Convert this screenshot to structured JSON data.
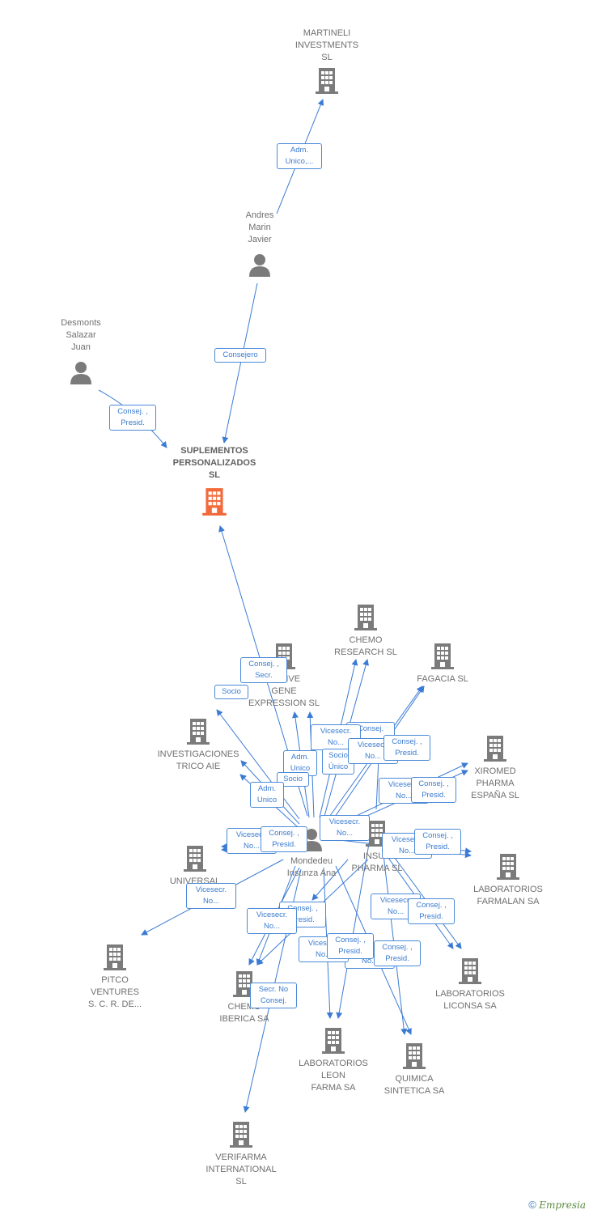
{
  "colors": {
    "edge": "#3b7bd5",
    "company_icon": "#7b7b7b",
    "focus_icon": "#f26a3b",
    "person_icon": "#7b7b7b",
    "brand": "#5a8d3e"
  },
  "nodes": {
    "martineli": {
      "label": "MARTINELI\nINVESTMENTS\nSL",
      "kind": "company"
    },
    "andres": {
      "label": "Andres\nMarin\nJavier",
      "kind": "person"
    },
    "desmonts": {
      "label": "Desmonts\nSalazar\nJuan",
      "kind": "person"
    },
    "suplementos": {
      "label": "SUPLEMENTOS\nPERSONALIZADOS\nSL",
      "kind": "focus"
    },
    "chemo_research": {
      "label": "CHEMO\nRESEARCH SL",
      "kind": "company"
    },
    "fagacia": {
      "label": "FAGACIA SL",
      "kind": "company"
    },
    "native_gene": {
      "label": "...ATIVE\nGENE\nEXPRESSION SL",
      "kind": "company"
    },
    "investigaciones": {
      "label": "INVESTIGACIONES\nTRICO AIE",
      "kind": "company"
    },
    "xiromed": {
      "label": "XIROMED\nPHARMA\nESPAÑA SL",
      "kind": "company"
    },
    "insud": {
      "label": "INSUD\nPHARMA SL",
      "kind": "company"
    },
    "mondedeu": {
      "label": "Mondedeu\nInsunza Ana",
      "kind": "person"
    },
    "universal": {
      "label": "UNIVERSAL\nFA...",
      "kind": "company"
    },
    "farmalan": {
      "label": "LABORATORIOS\nFARMALAN SA",
      "kind": "company"
    },
    "pitco": {
      "label": "PITCO\nVENTURES\nS. C. R. DE...",
      "kind": "company"
    },
    "chemo_iberica": {
      "label": "CHEMO\nIBERICA SA",
      "kind": "company"
    },
    "liconsa": {
      "label": "LABORATORIOS\nLICONSA SA",
      "kind": "company"
    },
    "leon": {
      "label": "LABORATORIOS\nLEON\nFARMA SA",
      "kind": "company"
    },
    "quimica": {
      "label": "QUIMICA\nSINTETICA SA",
      "kind": "company"
    },
    "verifarma": {
      "label": "VERIFARMA\nINTERNATIONAL\nSL",
      "kind": "company"
    }
  },
  "edge_labels": [
    {
      "id": "adm_unico_1",
      "text": "Adm.\nUnico,..."
    },
    {
      "id": "consejero",
      "text": "Consejero"
    },
    {
      "id": "consej_presid_1",
      "text": "Consej. ,\nPresid."
    },
    {
      "id": "consej_secr",
      "text": "Consej. ,\nSecr."
    },
    {
      "id": "socio_1",
      "text": "Socio"
    },
    {
      "id": "consej_2",
      "text": "Consej.\n..."
    },
    {
      "id": "vicesecr_1",
      "text": "Vicesecr.\nNo..."
    },
    {
      "id": "socio_unico",
      "text": "Socio\nÚnico"
    },
    {
      "id": "vicesecr_2",
      "text": "Vicesecr.\nNo..."
    },
    {
      "id": "consej_presid_2",
      "text": "Consej. ,\nPresid."
    },
    {
      "id": "adm_unico_2",
      "text": "Adm.\nUnico"
    },
    {
      "id": "socio_2",
      "text": "Socio"
    },
    {
      "id": "adm_unico_3",
      "text": "Adm.\nUnico"
    },
    {
      "id": "vicesecr_3",
      "text": "Vicesecr.\nNo..."
    },
    {
      "id": "consej_presid_3",
      "text": "Consej. ,\nPresid."
    },
    {
      "id": "vicesecr_4",
      "text": "Vicesecr.\nNo..."
    },
    {
      "id": "vicesecr_5",
      "text": "Vicesecr.\nNo..."
    },
    {
      "id": "consej_presid_4",
      "text": "Consej. ,\nPresid."
    },
    {
      "id": "vicesecr_6",
      "text": "Vicesecr.\nNo..."
    },
    {
      "id": "consej_presid_5",
      "text": "Consej. ,\nPresid."
    },
    {
      "id": "vicesecr_7",
      "text": "Vicesecr.\nNo..."
    },
    {
      "id": "vicesecr_8",
      "text": "Vicesecr.\nNo..."
    },
    {
      "id": "consej_presid_6",
      "text": "Consej. ,\nPresid."
    },
    {
      "id": "consej_presid_7",
      "text": "Consej. ,\nPresid."
    },
    {
      "id": "vicesecr_9",
      "text": "Vicesecr.\nNo..."
    },
    {
      "id": "vicesecr_10",
      "text": "Vicesecr.\nNo..."
    },
    {
      "id": "consej_presid_8",
      "text": "Consej. ,\nPresid."
    },
    {
      "id": "vicesecr_11",
      "text": "Vicesecr.\nNo..."
    },
    {
      "id": "consej_presid_9",
      "text": "Consej. ,\nPresid."
    },
    {
      "id": "secr_no_consej",
      "text": "Secr.  No\nConsej."
    },
    {
      "id": "vicesecr_12",
      "text": "Vicesecr.\nNo..."
    }
  ],
  "footer": {
    "copyright": "©",
    "brand": "Empresia"
  }
}
